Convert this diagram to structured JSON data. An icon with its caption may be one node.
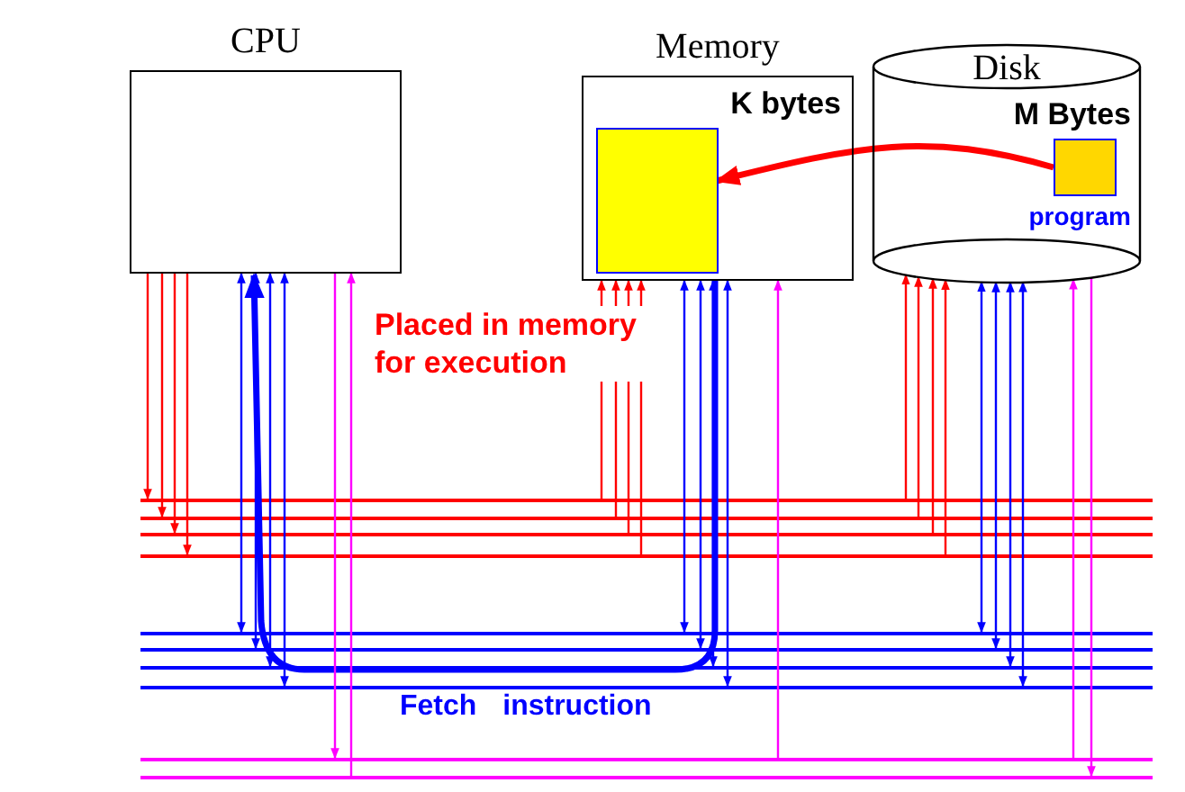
{
  "diagram": {
    "nodes": [
      {
        "text": [
          "CPU"
        ]
      },
      {
        "text": [
          "Memory",
          "K bytes"
        ]
      },
      {
        "text": [],
        "shape": "box",
        "in": 1
      },
      {
        "text": [
          "Disk",
          "M Bytes"
        ]
      },
      {
        "text": [],
        "shape": "box",
        "in": 3,
        "beside": [
          "program"
        ]
      },
      {
        "text": [],
        "shape": "bar"
      },
      {
        "text": [],
        "shape": "bar"
      },
      {
        "text": [],
        "shape": "bar"
      },
      {
        "text": [],
        "shape": "bar"
      },
      {
        "text": [],
        "shape": "bar"
      },
      {
        "text": [],
        "shape": "bar"
      },
      {
        "text": [],
        "shape": "bar"
      },
      {
        "text": [],
        "shape": "bar"
      },
      {
        "text": [],
        "shape": "bar"
      },
      {
        "text": [],
        "shape": "bar"
      }
    ],
    "edges": [
      {
        "from": 4,
        "to": 2,
        "arrow": "to",
        "style": "thick",
        "color": "#ff0000"
      },
      {
        "from": 1,
        "to": 0,
        "arrow": "to",
        "style": "thick",
        "color": "#0000ff",
        "label": "Fetch instruction"
      },
      {
        "from": 0,
        "to": 5,
        "arrow": "to",
        "color": "#ff0000"
      },
      {
        "from": 0,
        "to": 6,
        "arrow": "to",
        "color": "#ff0000"
      },
      {
        "from": 0,
        "to": 7,
        "arrow": "to",
        "color": "#ff0000"
      },
      {
        "from": 0,
        "to": 8,
        "arrow": "to",
        "color": "#ff0000"
      },
      {
        "from": 0,
        "to": 9,
        "arrow": "both",
        "color": "#0000ff"
      },
      {
        "from": 0,
        "to": 10,
        "arrow": "both",
        "color": "#0000ff"
      },
      {
        "from": 0,
        "to": 11,
        "arrow": "both",
        "color": "#0000ff"
      },
      {
        "from": 0,
        "to": 12,
        "arrow": "both",
        "color": "#0000ff"
      },
      {
        "from": 0,
        "to": 13,
        "arrow": "to",
        "color": "#ff00ff"
      },
      {
        "from": 14,
        "to": 0,
        "arrow": "to",
        "color": "#ff00ff"
      },
      {
        "from": 5,
        "to": 1,
        "arrow": "to",
        "color": "#ff0000"
      },
      {
        "from": 6,
        "to": 1,
        "arrow": "to",
        "color": "#ff0000"
      },
      {
        "from": 7,
        "to": 1,
        "arrow": "to",
        "color": "#ff0000"
      },
      {
        "from": 8,
        "to": 1,
        "arrow": "to",
        "color": "#ff0000"
      },
      {
        "from": 1,
        "to": 9,
        "arrow": "both",
        "color": "#0000ff"
      },
      {
        "from": 1,
        "to": 10,
        "arrow": "both",
        "color": "#0000ff"
      },
      {
        "from": 1,
        "to": 11,
        "arrow": "both",
        "color": "#0000ff"
      },
      {
        "from": 1,
        "to": 12,
        "arrow": "both",
        "color": "#0000ff"
      },
      {
        "from": 13,
        "to": 1,
        "arrow": "to",
        "color": "#ff00ff"
      },
      {
        "from": 5,
        "to": 3,
        "arrow": "to",
        "color": "#ff0000"
      },
      {
        "from": 6,
        "to": 3,
        "arrow": "to",
        "color": "#ff0000"
      },
      {
        "from": 7,
        "to": 3,
        "arrow": "to",
        "color": "#ff0000"
      },
      {
        "from": 8,
        "to": 3,
        "arrow": "to",
        "color": "#ff0000"
      },
      {
        "from": 3,
        "to": 9,
        "arrow": "both",
        "color": "#0000ff"
      },
      {
        "from": 3,
        "to": 10,
        "arrow": "both",
        "color": "#0000ff"
      },
      {
        "from": 3,
        "to": 11,
        "arrow": "both",
        "color": "#0000ff"
      },
      {
        "from": 3,
        "to": 12,
        "arrow": "both",
        "color": "#0000ff"
      },
      {
        "from": 13,
        "to": 3,
        "arrow": "to",
        "color": "#ff00ff"
      },
      {
        "from": 3,
        "to": 14,
        "arrow": "to",
        "color": "#ff00ff"
      }
    ],
    "labels": [
      "Placed in memory for execution"
    ]
  }
}
